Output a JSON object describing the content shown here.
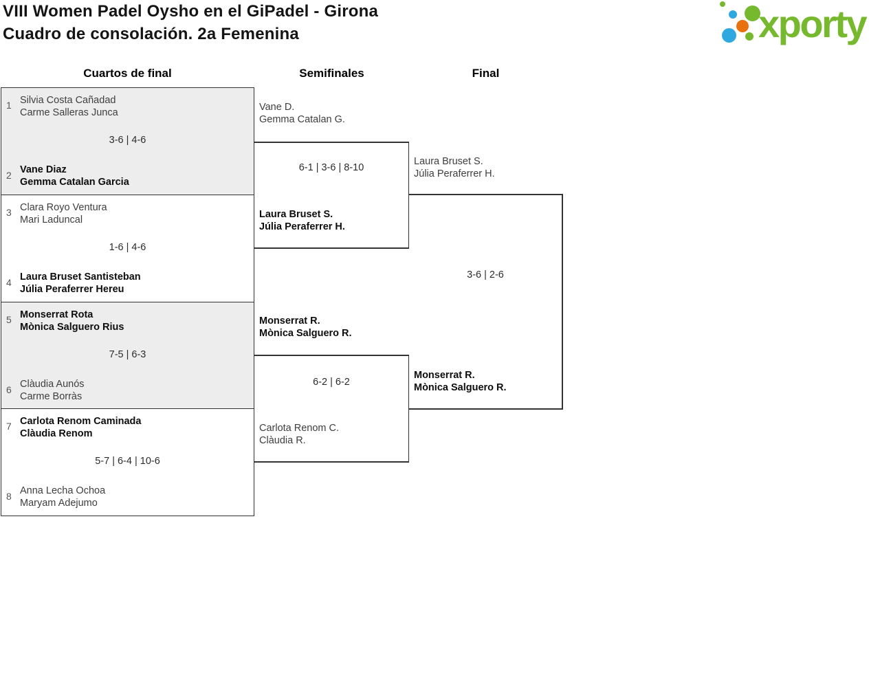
{
  "header": {
    "title_line1": "VIII Women Padel Oysho en el GiPadel - Girona",
    "title_line2": "Cuadro de consolación. 2a Femenina",
    "logo": {
      "wordmark": "xporty"
    }
  },
  "colors": {
    "logo_green": "#76B82E",
    "logo_blue": "#2FA8E0",
    "logo_orange": "#E8730E",
    "bracket_line": "#333333",
    "block_gray": "#EDEDED"
  },
  "rounds": {
    "quarterfinals_label": "Cuartos de final",
    "semifinals_label": "Semifinales",
    "final_label": "Final"
  },
  "bracket": {
    "quarterfinals": [
      {
        "seed_top": "1",
        "team_top": [
          "Silvia Costa Cañadad",
          "Carme Salleras Junca"
        ],
        "top_winner": false,
        "score": "3-6 | 4-6",
        "seed_bottom": "2",
        "team_bottom": [
          "Vane Diaz",
          "Gemma Catalan Garcia"
        ],
        "bottom_winner": true
      },
      {
        "seed_top": "3",
        "team_top": [
          "Clara Royo Ventura",
          "Mari Laduncal"
        ],
        "top_winner": false,
        "score": "1-6 | 4-6",
        "seed_bottom": "4",
        "team_bottom": [
          "Laura Bruset Santisteban",
          "Júlia Peraferrer Hereu"
        ],
        "bottom_winner": true
      },
      {
        "seed_top": "5",
        "team_top": [
          "Monserrat Rota",
          "Mònica Salguero Rius"
        ],
        "top_winner": true,
        "score": "7-5 | 6-3",
        "seed_bottom": "6",
        "team_bottom": [
          "Clàudia Aunós",
          "Carme Borràs"
        ],
        "bottom_winner": false
      },
      {
        "seed_top": "7",
        "team_top": [
          "Carlota Renom Caminada",
          "Clàudia Renom"
        ],
        "top_winner": true,
        "score": "5-7 | 6-4 | 10-6",
        "seed_bottom": "8",
        "team_bottom": [
          "Anna Lecha Ochoa",
          "Maryam Adejumo"
        ],
        "bottom_winner": false
      }
    ],
    "semifinals": [
      {
        "team_top": [
          "Vane D.",
          "Gemma Catalan G."
        ],
        "top_winner": false,
        "score": "6-1 | 3-6 | 8-10",
        "team_bottom": [
          "Laura Bruset S.",
          "Júlia Peraferrer H."
        ],
        "bottom_winner": true
      },
      {
        "team_top": [
          "Monserrat R.",
          "Mònica Salguero R."
        ],
        "top_winner": true,
        "score": "6-2 | 6-2",
        "team_bottom": [
          "Carlota Renom C.",
          "Clàudia R."
        ],
        "bottom_winner": false
      }
    ],
    "final": {
      "team_top": [
        "Laura Bruset S.",
        "Júlia Peraferrer H."
      ],
      "top_winner": false,
      "score": "3-6 | 2-6",
      "team_bottom": [
        "Monserrat R.",
        "Mònica Salguero R."
      ],
      "bottom_winner": true
    }
  }
}
